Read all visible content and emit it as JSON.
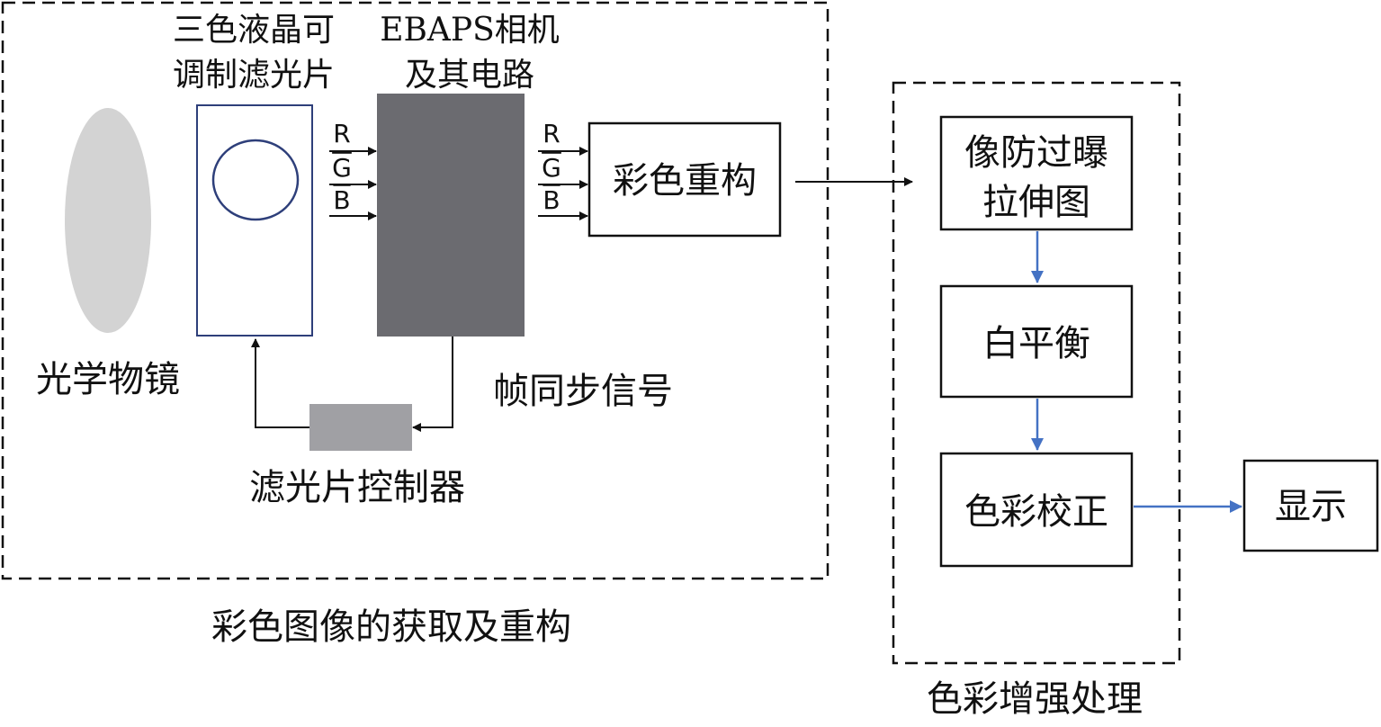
{
  "group_acquisition": {
    "title": "彩色图像的获取及重构"
  },
  "group_enhancement": {
    "title": "色彩增强处理"
  },
  "lens": {
    "label": "光学物镜"
  },
  "lcd_filter": {
    "label_line1": "三色液晶可",
    "label_line2": "调制滤光片"
  },
  "camera": {
    "label_line1": "EBAPS相机",
    "label_line2": "及其电路"
  },
  "channels": {
    "r": "R",
    "g": "G",
    "b": "B"
  },
  "reconstruct": {
    "label": "彩色重构"
  },
  "sync": {
    "label": "帧同步信号"
  },
  "filter_controller": {
    "label": "滤光片控制器"
  },
  "stretch": {
    "line1": "像防过曝",
    "line2": "拉伸图"
  },
  "white_balance": {
    "label": "白平衡"
  },
  "color_correction": {
    "label": "色彩校正"
  },
  "display": {
    "label": "显示"
  },
  "colors": {
    "lens_fill": "#d3d3d3",
    "filter_border": "#2e3f7a",
    "camera_fill": "#6b6b70",
    "controller_fill": "#a0a0a4",
    "flow_arrow": "#4472c4"
  }
}
